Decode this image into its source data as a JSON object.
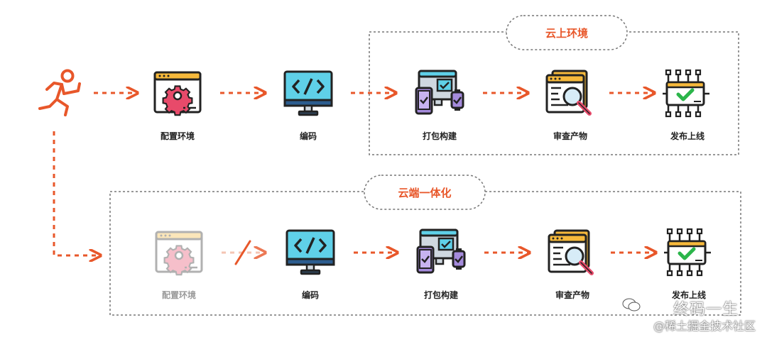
{
  "cloud_dev": {
    "label": "云上环境"
  },
  "cloud_integrated": {
    "label": "云端一体化"
  },
  "row1": {
    "steps": [
      {
        "label": "配置环境",
        "icon": "gear-window-icon"
      },
      {
        "label": "编码",
        "icon": "code-monitor-icon"
      },
      {
        "label": "打包构建",
        "icon": "multi-device-icon"
      },
      {
        "label": "审查产物",
        "icon": "magnifier-document-icon"
      },
      {
        "label": "发布上线",
        "icon": "circuit-check-icon"
      }
    ]
  },
  "row2": {
    "steps": [
      {
        "label": "配置环境",
        "icon": "gear-window-icon",
        "disabled": true
      },
      {
        "label": "编码",
        "icon": "code-monitor-icon"
      },
      {
        "label": "打包构建",
        "icon": "multi-device-icon"
      },
      {
        "label": "审查产物",
        "icon": "magnifier-document-icon"
      },
      {
        "label": "发布上线",
        "icon": "circuit-check-icon"
      }
    ]
  },
  "start": {
    "icon": "running-person-icon"
  },
  "watermark": {
    "line1": "终码一生",
    "line2": "@稀土掘金技术社区",
    "icon": "wechat-icon"
  },
  "colors": {
    "accent": "#e8572a",
    "border": "#777777"
  }
}
